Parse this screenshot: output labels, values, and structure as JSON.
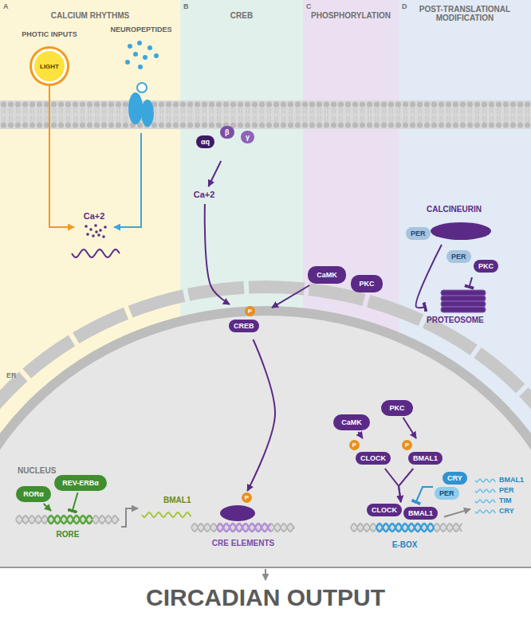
{
  "diagram": {
    "nodes": [
      {
        "text": [
          "A",
          "CALCIUM RHYTHMS"
        ]
      },
      {
        "text": [
          "B",
          "CREB"
        ]
      },
      {
        "text": [
          "C",
          "PHOSPHORYLATION"
        ]
      },
      {
        "text": [
          "D",
          "POST-TRANSLATIONAL MODIFICATION"
        ]
      },
      {
        "text": [
          "LIGHT"
        ],
        "in": 0
      },
      {
        "text": [
          "Ca+2"
        ],
        "in": 0
      },
      {
        "text": [
          "NEUROPEPTIDES"
        ],
        "in": 0
      },
      {
        "text": [
          "αq",
          "β",
          "γ"
        ],
        "in": 1
      },
      {
        "text": [
          "Ca+2"
        ],
        "in": 1
      },
      {
        "text": [
          "CaMK"
        ],
        "in": 2
      },
      {
        "text": [
          "PKC"
        ],
        "in": 2
      },
      {
        "text": [
          "P",
          "CREB"
        ],
        "in": 1
      },
      {
        "text": [
          "CALCINEURIN",
          "PER"
        ],
        "in": 3
      },
      {
        "text": [
          "PER",
          "PKC"
        ],
        "in": 3
      },
      {
        "text": [
          "PROTEOSOME"
        ],
        "in": 3
      },
      {
        "text": [
          "NUCLEUS"
        ]
      },
      {
        "text": [
          "RORα"
        ],
        "in": 15
      },
      {
        "text": [
          "REV-ERBα"
        ],
        "in": 15
      },
      {
        "text": [
          "RORE"
        ],
        "in": 15
      },
      {
        "text": [
          "BMAL1"
        ],
        "in": 15
      },
      {
        "text": [
          "P"
        ],
        "in": 15
      },
      {
        "text": [
          "CRE ELEMENTS"
        ],
        "in": 15
      },
      {
        "text": [
          "CaMK"
        ],
        "in": 15
      },
      {
        "text": [
          "PKC"
        ],
        "in": 15
      },
      {
        "text": [
          "P",
          "CLOCK"
        ],
        "in": 15
      },
      {
        "text": [
          "P",
          "BMAL1"
        ],
        "in": 15
      },
      {
        "text": [
          "CRY",
          "PER"
        ],
        "in": 15
      },
      {
        "text": [
          "CLOCK",
          "BMAL1",
          "E-BOX"
        ],
        "in": 15
      },
      {
        "text": [
          "BMAL1 PER TIM CRY"
        ],
        "in": 15
      },
      {
        "text": [
          "CIRCADIAN OUTPUT"
        ]
      }
    ],
    "edges": [
      {
        "from": 4,
        "to": 5,
        "arrow": "to"
      },
      {
        "from": 6,
        "to": 5,
        "arrow": "to"
      },
      {
        "from": 7,
        "to": 8,
        "arrow": "to"
      },
      {
        "from": 8,
        "to": 11,
        "arrow": "to"
      },
      {
        "from": 9,
        "to": 11,
        "arrow": "to"
      },
      {
        "from": 11,
        "to": 20,
        "arrow": "to"
      },
      {
        "from": 12,
        "to": 14,
        "arrow": "to"
      },
      {
        "from": 13,
        "to": 14,
        "arrow": "to"
      },
      {
        "from": 22,
        "to": 24,
        "arrow": "to"
      },
      {
        "from": 23,
        "to": 25,
        "arrow": "to"
      },
      {
        "from": 24,
        "to": 27,
        "arrow": "to"
      },
      {
        "from": 25,
        "to": 27,
        "arrow": "to"
      },
      {
        "from": 26,
        "to": 27,
        "arrow": "to"
      },
      {
        "from": 27,
        "to": 28,
        "arrow": "to"
      },
      {
        "from": 16,
        "to": 18,
        "arrow": "to"
      },
      {
        "from": 17,
        "to": 18,
        "arrow": "to"
      },
      {
        "from": 18,
        "to": 19,
        "arrow": "to"
      },
      {
        "from": 15,
        "to": 29,
        "arrow": "to"
      }
    ],
    "labels": [
      "PHOTIC INPUTS",
      "ER"
    ]
  }
}
